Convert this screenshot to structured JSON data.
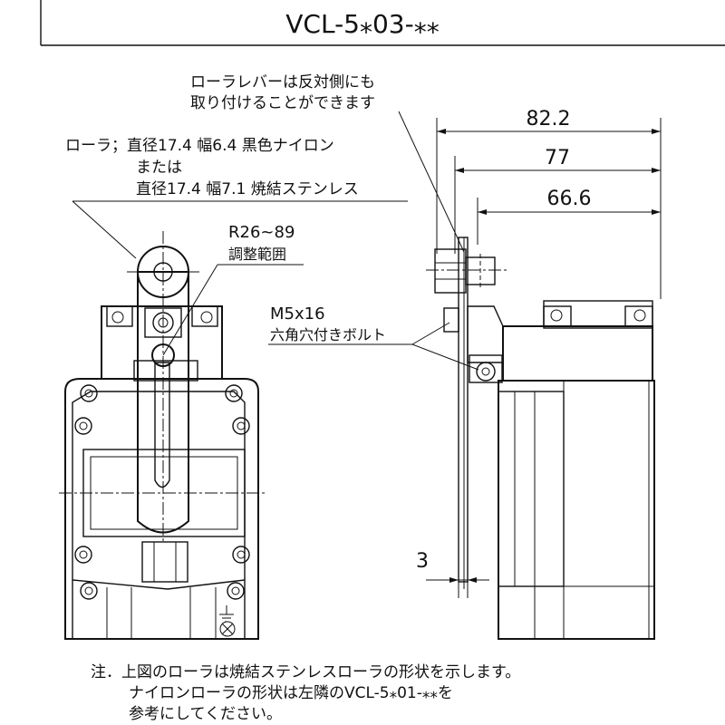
{
  "header": {
    "title": "VCL-5⁎03-⁎⁎"
  },
  "notes": {
    "roller_lever_note": [
      "ローラレバーは反対側にも",
      "取り付けることができます"
    ],
    "roller_spec": [
      "ローラ；直径17.4  幅6.4  黒色ナイロン",
      "または",
      "直径17.4  幅7.1  焼結ステンレス"
    ],
    "radius_value": "R26~89",
    "radius_caption": "調整範囲",
    "bolt_size": "M5x16",
    "bolt_caption": "六角穴付きボルト"
  },
  "dimensions": {
    "overall": "82.2",
    "middle": "77",
    "inner": "66.6",
    "offset": "3"
  },
  "footer_note": [
    "注．上図のローラは焼結ステンレスローラの形状を示します。",
    "ナイロンローラの形状は左隣のVCL-5⁎01-⁎⁎を",
    "参考にしてください。"
  ]
}
